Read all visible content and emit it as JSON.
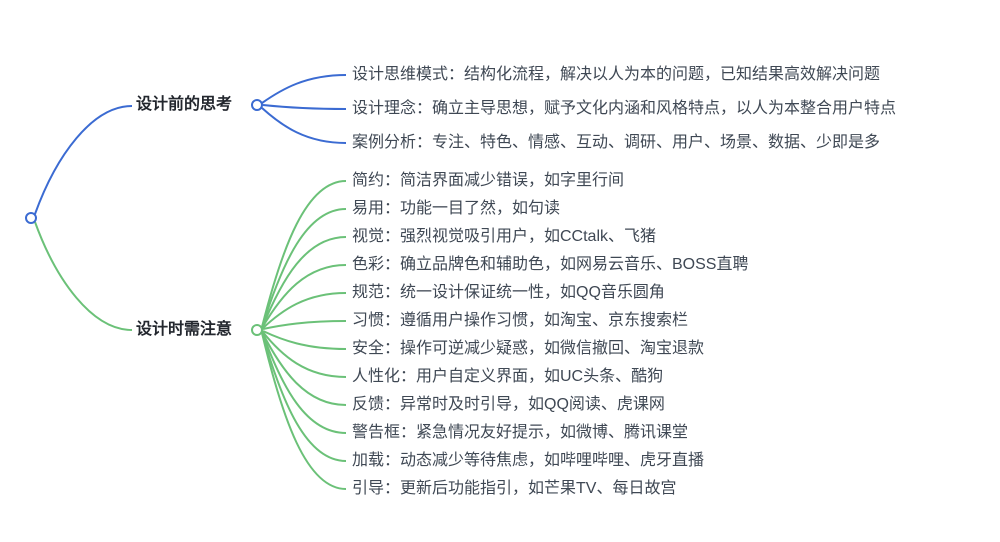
{
  "colors": {
    "blue": "#3B6BD2",
    "green": "#6BC178",
    "text": "#3F4854",
    "label": "#23272E",
    "background": "#FFFFFF"
  },
  "branches": [
    {
      "label": "设计前的思考",
      "color": "#3B6BD2",
      "children": [
        {
          "text": "设计思维模式：结构化流程，解决以人为本的问题，已知结果高效解决问题"
        },
        {
          "text": "设计理念：确立主导思想，赋予文化内涵和风格特点，以人为本整合用户特点"
        },
        {
          "text": "案例分析：专注、特色、情感、互动、调研、用户、场景、数据、少即是多"
        }
      ]
    },
    {
      "label": "设计时需注意",
      "color": "#6BC178",
      "children": [
        {
          "text": "简约：简洁界面减少错误，如字里行间"
        },
        {
          "text": "易用：功能一目了然，如句读"
        },
        {
          "text": "视觉：强烈视觉吸引用户，如CCtalk、飞猪"
        },
        {
          "text": "色彩：确立品牌色和辅助色，如网易云音乐、BOSS直聘"
        },
        {
          "text": "规范：统一设计保证统一性，如QQ音乐圆角"
        },
        {
          "text": "习惯：遵循用户操作习惯，如淘宝、京东搜索栏"
        },
        {
          "text": "安全：操作可逆减少疑惑，如微信撤回、淘宝退款"
        },
        {
          "text": "人性化：用户自定义界面，如UC头条、酷狗"
        },
        {
          "text": "反馈：异常时及时引导，如QQ阅读、虎课网"
        },
        {
          "text": "警告框：紧急情况友好提示，如微博、腾讯课堂"
        },
        {
          "text": "加载：动态减少等待焦虑，如哔哩哔哩、虎牙直播"
        },
        {
          "text": "引导：更新后功能指引，如芒果TV、每日故宫"
        }
      ]
    }
  ]
}
